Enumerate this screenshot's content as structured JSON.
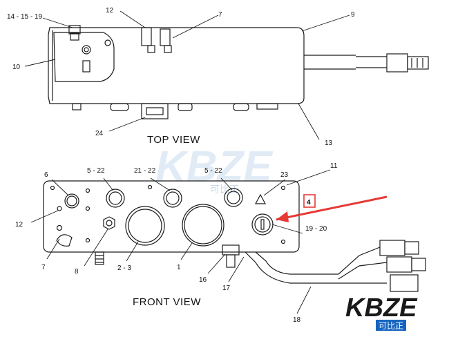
{
  "views": {
    "top": "TOP VIEW",
    "front": "FRONT VIEW"
  },
  "callouts": {
    "c14": "14 - 15 - 19",
    "c12top": "12",
    "c7top": "7",
    "c9": "9",
    "c10": "10",
    "c24": "24",
    "c13": "13",
    "c6": "6",
    "c5a": "5 - 22",
    "c21": "21 - 22",
    "c5b": "5 - 22",
    "c23": "23",
    "c11": "11",
    "c4": "4",
    "c12front": "12",
    "c1920": "19 - 20",
    "c7front": "7",
    "c8": "8",
    "c23b": "2 - 3",
    "c1": "1",
    "c16": "16",
    "c17": "17",
    "c18": "18"
  },
  "watermark": {
    "brand": "KBZE",
    "sub": "可比正"
  },
  "colors": {
    "line": "#1a1a1a",
    "highlight": "#e53935",
    "watermark": "#bcd3ea",
    "logo_blue": "#1565c0"
  }
}
